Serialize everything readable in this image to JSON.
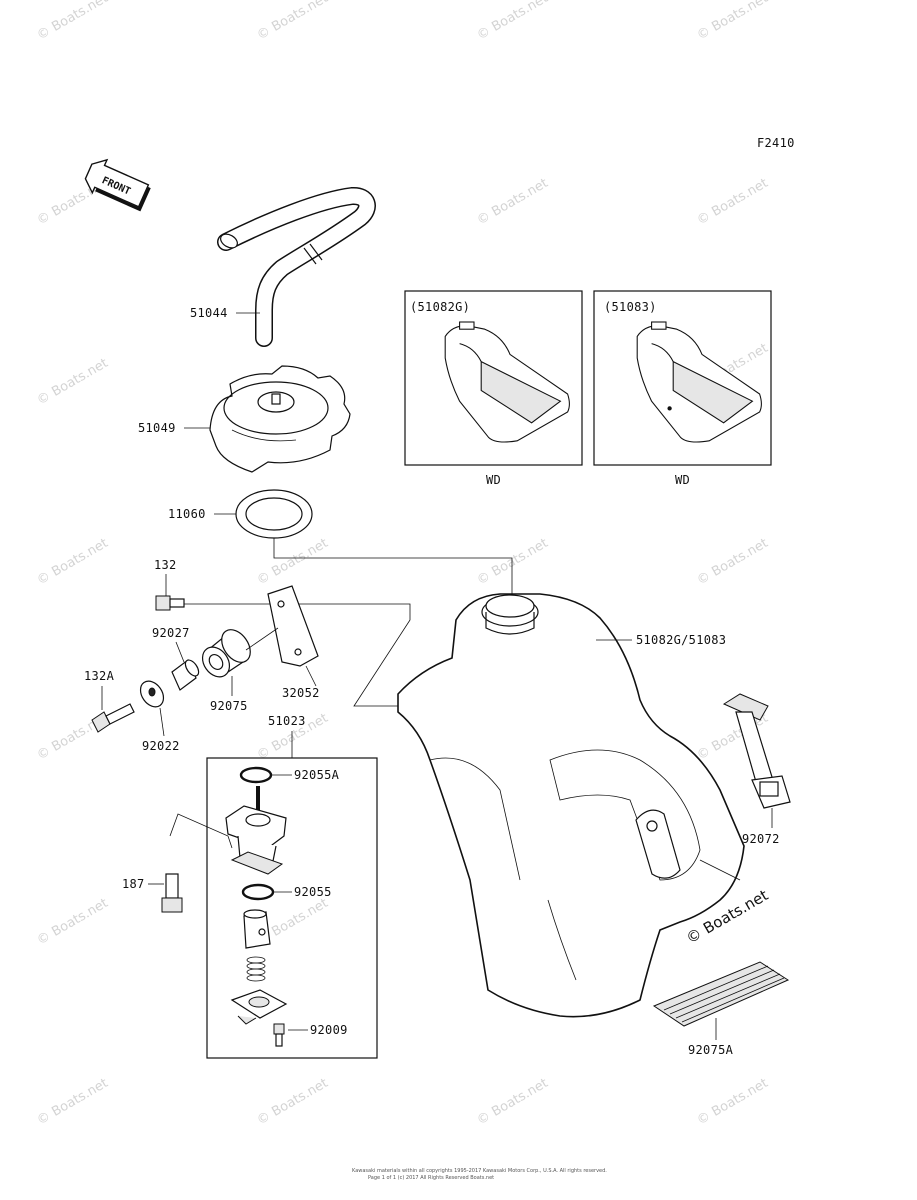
{
  "figure_id": "F2410",
  "front_label": "FRONT",
  "parts": {
    "hose": "51044",
    "cap": "51049",
    "gasket": "11060",
    "bolt_132": "132",
    "collar": "92027",
    "bracket": "32052",
    "washer_132a": "132A",
    "damper": "92075",
    "washer_92022": "92022",
    "fuel_cock": "51023",
    "o_ring_a": "92055A",
    "bolt_187": "187",
    "o_ring": "92055",
    "screw": "92009",
    "tank": "51082G/51083",
    "strap": "92072",
    "pad": "92075A"
  },
  "insets": [
    {
      "code": "(51082G)",
      "caption": "WD"
    },
    {
      "code": "(51083)",
      "caption": "WD"
    }
  ],
  "watermark": "© Boats.net",
  "footer_line1": "Kawasaki materials within all copyrights 1995-2017 Kawasaki Motors Corp., U.S.A. All rights reserved.",
  "footer_line2": "Page 1 of 1 (c) 2017 All Rights Reserved Boats.net"
}
